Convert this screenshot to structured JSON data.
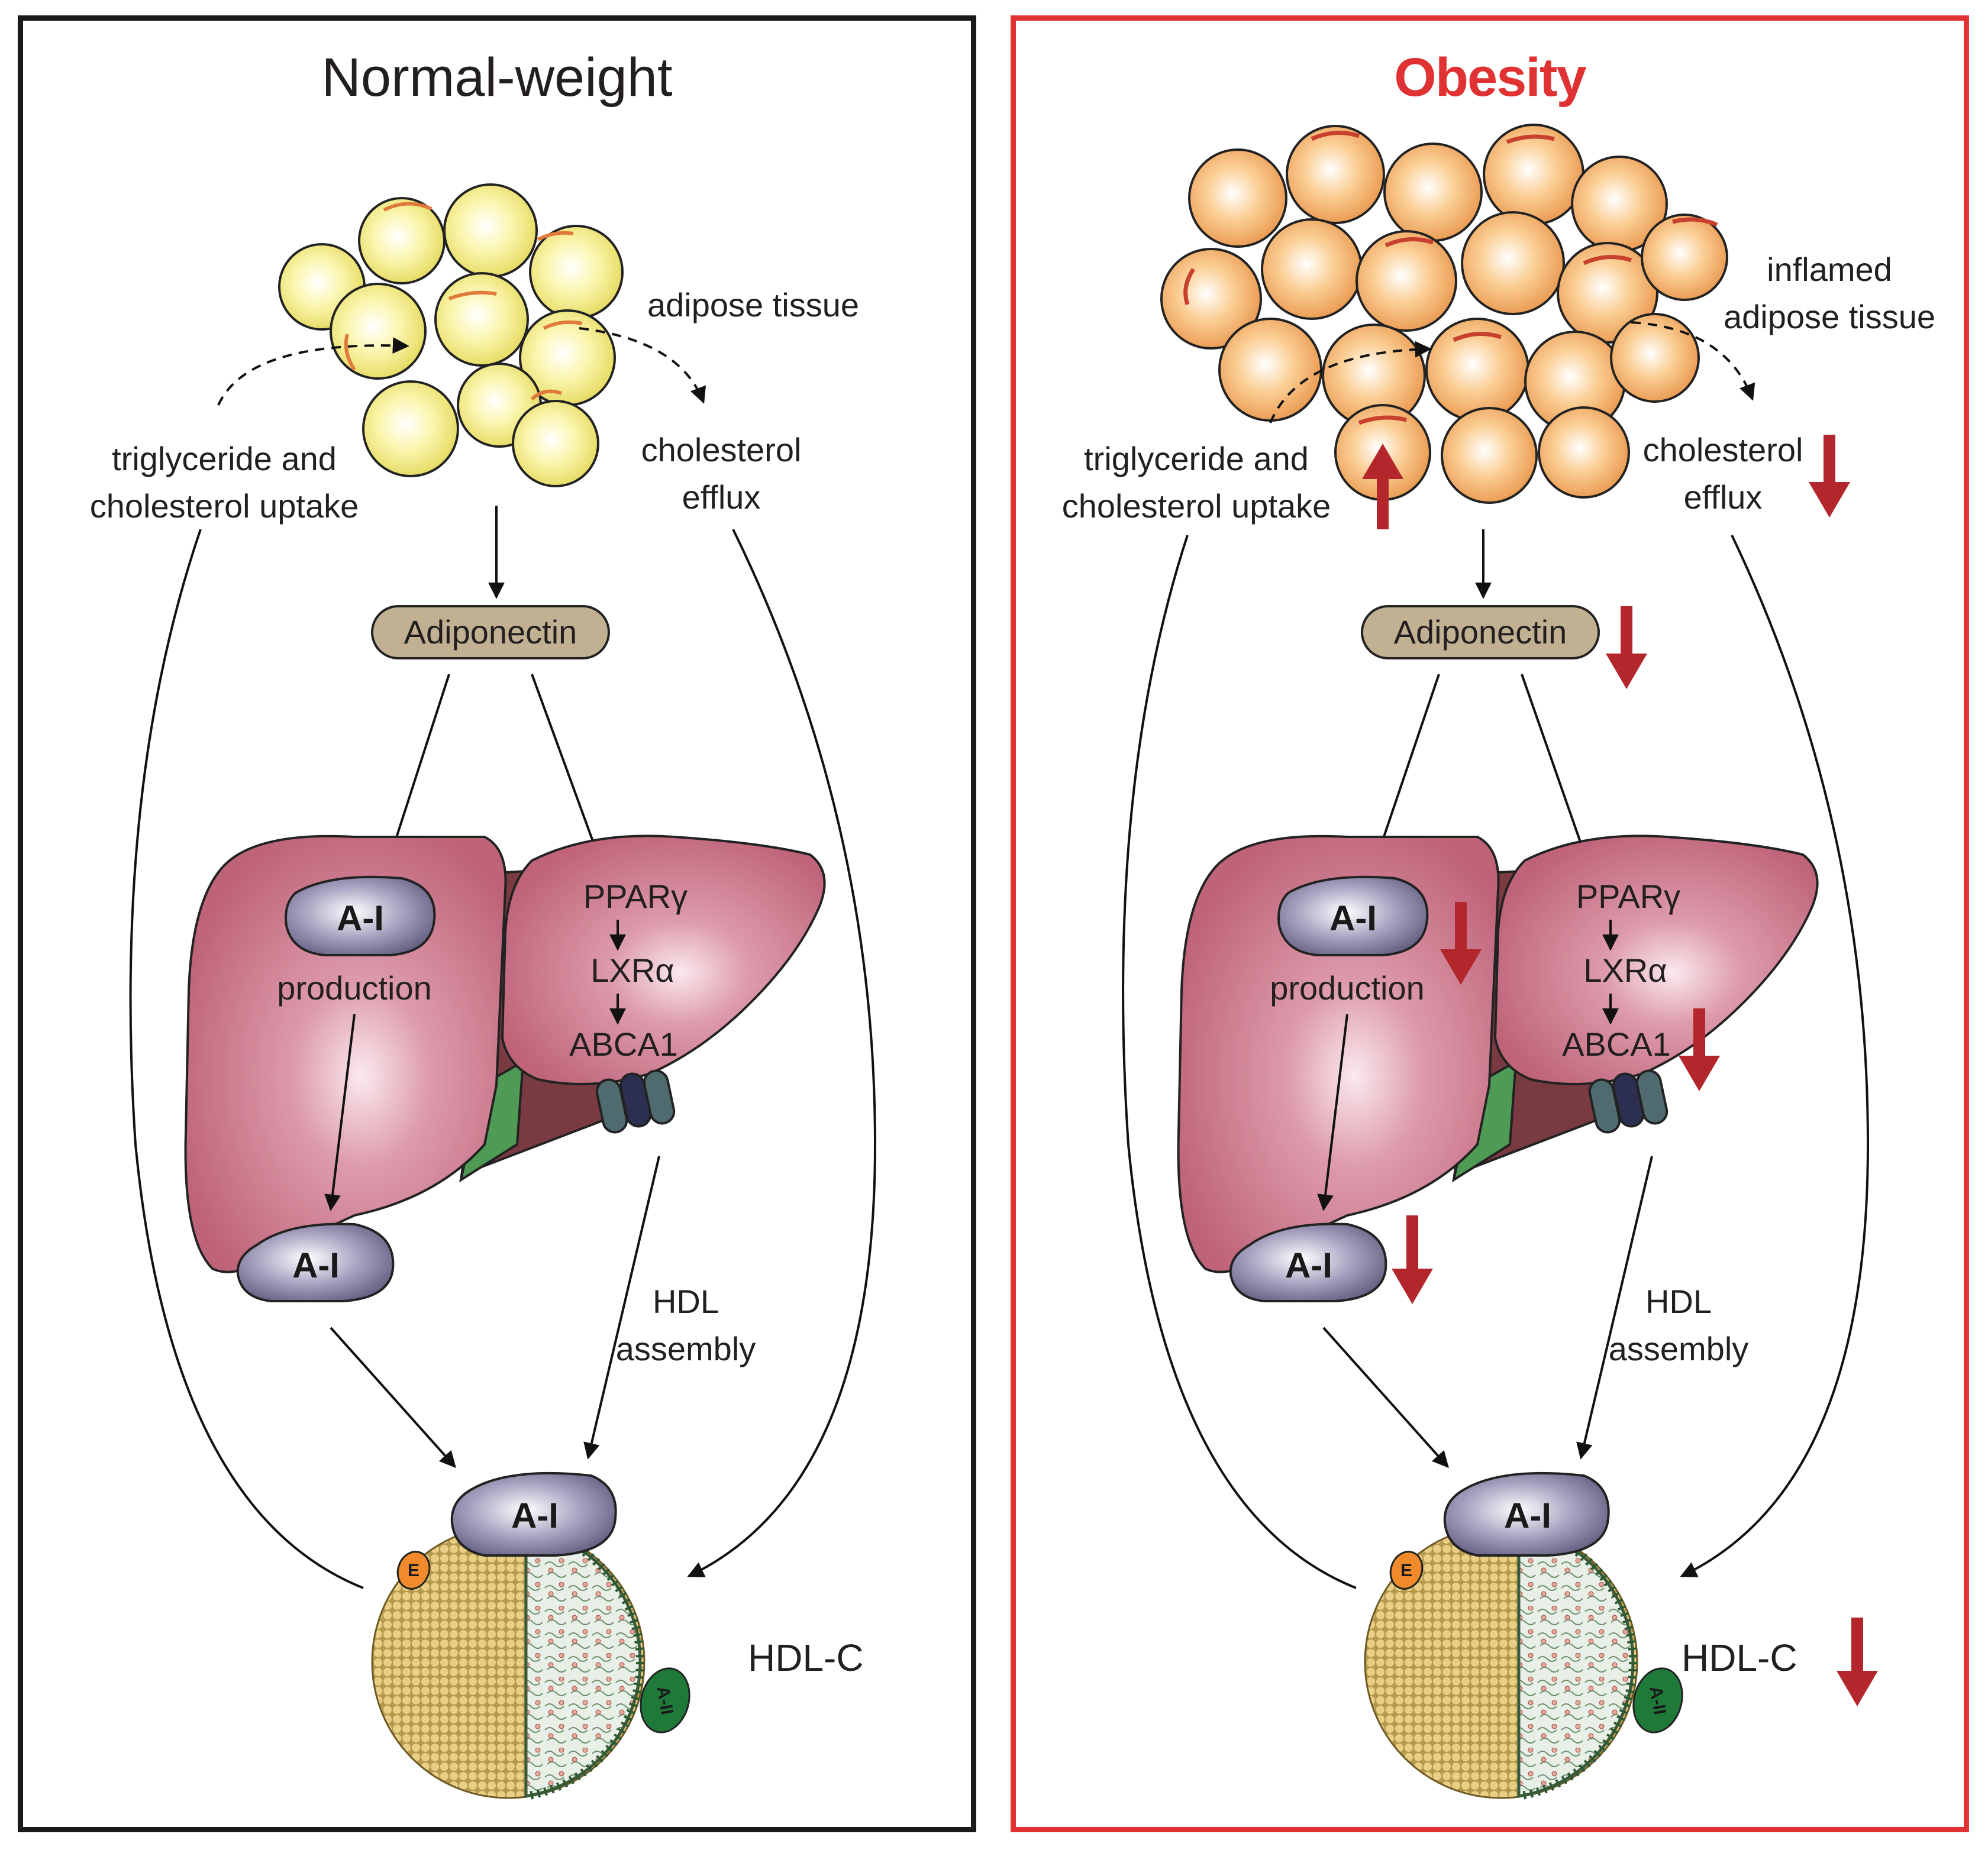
{
  "panels": {
    "normal": {
      "title": "Normal-weight",
      "adipose_label": "adipose tissue",
      "uptake_line1": "triglyceride and",
      "uptake_line2": "cholesterol uptake",
      "efflux_line1": "cholesterol",
      "efflux_line2": "efflux",
      "adiponectin": "Adiponectin",
      "ai_top": "A-I",
      "production": "production",
      "ppar": "PPARγ",
      "lxr": "LXRα",
      "abca1": "ABCA1",
      "ai_bottom": "A-I",
      "hdl_line1": "HDL",
      "hdl_line2": "assembly",
      "ai_particle": "A-I",
      "e_badge": "E",
      "aii_badge": "A-II",
      "hdlc": "HDL-C"
    },
    "obesity": {
      "title": "Obesity",
      "adipose_line1": "inflamed",
      "adipose_line2": "adipose tissue",
      "uptake_line1": "triglyceride and",
      "uptake_line2": "cholesterol uptake",
      "efflux_line1": "cholesterol",
      "efflux_line2": "efflux",
      "adiponectin": "Adiponectin",
      "ai_top": "A-I",
      "production": "production",
      "ppar": "PPARγ",
      "lxr": "LXRα",
      "abca1": "ABCA1",
      "ai_bottom": "A-I",
      "hdl_line1": "HDL",
      "hdl_line2": "assembly",
      "ai_particle": "A-I",
      "e_badge": "E",
      "aii_badge": "A-II",
      "hdlc": "HDL-C"
    }
  },
  "colors": {
    "normal_border": "#1a1a1a",
    "obesity_border": "#e03232",
    "indicator_arrow": "#b3262b",
    "normal_adipocyte": "#f4ee8a",
    "inflamed_adipocyte": "#f6b56e",
    "adiponectin_pill": "#c2b092",
    "liver": "#c46b82",
    "apo_ai": "#8e88a8"
  }
}
